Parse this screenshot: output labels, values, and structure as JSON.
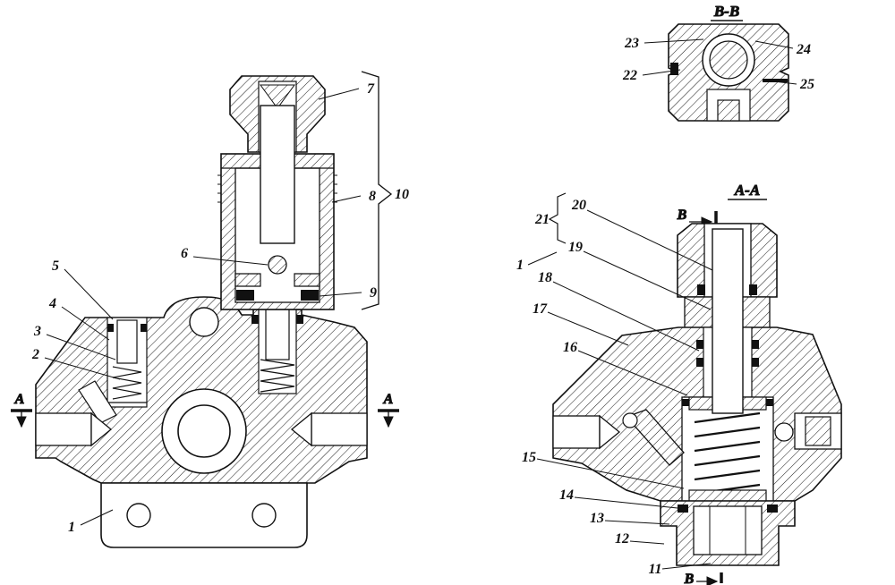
{
  "drawing": {
    "front_view": {
      "callouts": {
        "n1": "1",
        "n2": "2",
        "n3": "3",
        "n4": "4",
        "n5": "5",
        "n6": "6",
        "n7": "7",
        "n8": "8",
        "n9": "9",
        "n10": "10"
      },
      "section_mark_left": "A",
      "section_mark_right": "A"
    },
    "section_bb": {
      "title": "B-B",
      "callouts": {
        "n22": "22",
        "n23": "23",
        "n24": "24",
        "n25": "25"
      }
    },
    "section_aa": {
      "title": "A-A",
      "section_mark_top": "B",
      "section_mark_bottom": "B",
      "callouts": {
        "n1": "1",
        "n11": "11",
        "n12": "12",
        "n13": "13",
        "n14": "14",
        "n15": "15",
        "n16": "16",
        "n17": "17",
        "n18": "18",
        "n19": "19",
        "n20": "20",
        "n21": "21"
      }
    }
  }
}
